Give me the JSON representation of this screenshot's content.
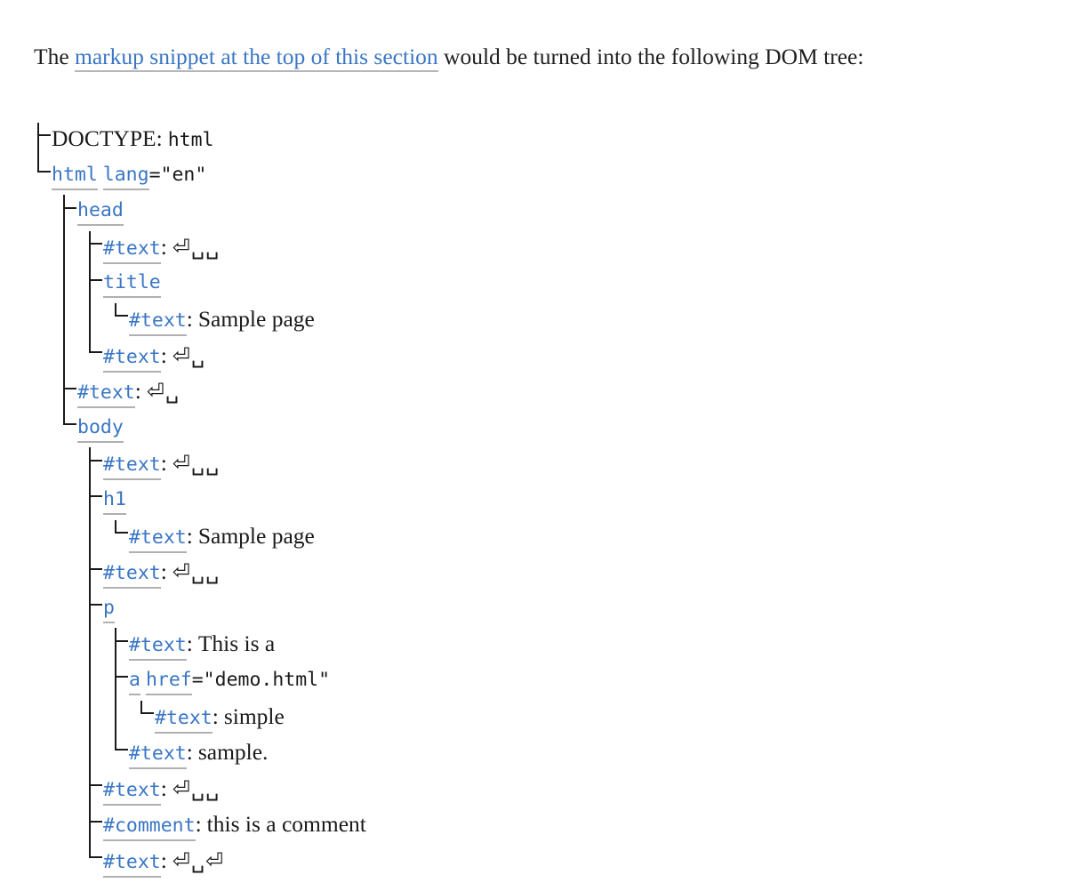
{
  "intro": {
    "before": "The ",
    "link": "markup snippet at the top of this section",
    "after": " would be turned into the following DOM tree:"
  },
  "glyphs": {
    "return": "⏎",
    "space": "␣"
  },
  "colors": {
    "link": "#3a76c4",
    "text": "#1a1a1a",
    "underline": "#b0b0b0",
    "tree_line": "#1a1a1a",
    "background": "#ffffff"
  },
  "tree": {
    "rows": [
      {
        "depth": 0,
        "connector": "tee",
        "tokens": [
          {
            "kind": "doctype",
            "text": "DOCTYPE"
          },
          {
            "kind": "colon",
            "text": ":"
          },
          {
            "kind": "space"
          },
          {
            "kind": "value-mono",
            "text": "html"
          }
        ]
      },
      {
        "depth": 0,
        "connector": "elbow",
        "tokens": [
          {
            "kind": "tag",
            "text": "html"
          },
          {
            "kind": "space"
          },
          {
            "kind": "attr",
            "text": "lang"
          },
          {
            "kind": "value-mono",
            "text": "=\"en\""
          }
        ]
      },
      {
        "depth": 1,
        "connector": "tee",
        "tokens": [
          {
            "kind": "tag",
            "text": "head"
          }
        ]
      },
      {
        "depth": 2,
        "connector": "tee",
        "tokens": [
          {
            "kind": "node",
            "text": "#text"
          },
          {
            "kind": "colon",
            "text": ":"
          },
          {
            "kind": "space"
          },
          {
            "kind": "ws",
            "text": "⏎␣␣"
          }
        ]
      },
      {
        "depth": 2,
        "connector": "tee",
        "tokens": [
          {
            "kind": "tag",
            "text": "title"
          }
        ]
      },
      {
        "depth": 3,
        "connector": "elbow",
        "tokens": [
          {
            "kind": "node",
            "text": "#text"
          },
          {
            "kind": "colon",
            "text": ":"
          },
          {
            "kind": "space"
          },
          {
            "kind": "value-serif",
            "text": "Sample page"
          }
        ]
      },
      {
        "depth": 2,
        "connector": "elbow",
        "tokens": [
          {
            "kind": "node",
            "text": "#text"
          },
          {
            "kind": "colon",
            "text": ":"
          },
          {
            "kind": "space"
          },
          {
            "kind": "ws",
            "text": "⏎␣"
          }
        ]
      },
      {
        "depth": 1,
        "connector": "tee",
        "tokens": [
          {
            "kind": "node",
            "text": "#text"
          },
          {
            "kind": "colon",
            "text": ":"
          },
          {
            "kind": "space"
          },
          {
            "kind": "ws",
            "text": "⏎␣"
          }
        ]
      },
      {
        "depth": 1,
        "connector": "elbow",
        "tokens": [
          {
            "kind": "tag",
            "text": "body"
          }
        ]
      },
      {
        "depth": 2,
        "connector": "tee",
        "tokens": [
          {
            "kind": "node",
            "text": "#text"
          },
          {
            "kind": "colon",
            "text": ":"
          },
          {
            "kind": "space"
          },
          {
            "kind": "ws",
            "text": "⏎␣␣"
          }
        ]
      },
      {
        "depth": 2,
        "connector": "tee",
        "tokens": [
          {
            "kind": "tag",
            "text": "h1"
          }
        ]
      },
      {
        "depth": 3,
        "connector": "elbow",
        "tokens": [
          {
            "kind": "node",
            "text": "#text"
          },
          {
            "kind": "colon",
            "text": ":"
          },
          {
            "kind": "space"
          },
          {
            "kind": "value-serif",
            "text": "Sample page"
          }
        ]
      },
      {
        "depth": 2,
        "connector": "tee",
        "tokens": [
          {
            "kind": "node",
            "text": "#text"
          },
          {
            "kind": "colon",
            "text": ":"
          },
          {
            "kind": "space"
          },
          {
            "kind": "ws",
            "text": "⏎␣␣"
          }
        ]
      },
      {
        "depth": 2,
        "connector": "tee",
        "tokens": [
          {
            "kind": "tag",
            "text": "p"
          }
        ]
      },
      {
        "depth": 3,
        "connector": "tee",
        "tokens": [
          {
            "kind": "node",
            "text": "#text"
          },
          {
            "kind": "colon",
            "text": ":"
          },
          {
            "kind": "space"
          },
          {
            "kind": "value-serif",
            "text": "This is a"
          }
        ]
      },
      {
        "depth": 3,
        "connector": "tee",
        "tokens": [
          {
            "kind": "tag",
            "text": "a"
          },
          {
            "kind": "space"
          },
          {
            "kind": "attr",
            "text": "href"
          },
          {
            "kind": "value-mono",
            "text": "=\"demo.html\""
          }
        ]
      },
      {
        "depth": 4,
        "connector": "elbow",
        "tokens": [
          {
            "kind": "node",
            "text": "#text"
          },
          {
            "kind": "colon",
            "text": ":"
          },
          {
            "kind": "space"
          },
          {
            "kind": "value-serif",
            "text": "simple"
          }
        ]
      },
      {
        "depth": 3,
        "connector": "elbow",
        "tokens": [
          {
            "kind": "node",
            "text": "#text"
          },
          {
            "kind": "colon",
            "text": ":"
          },
          {
            "kind": "space"
          },
          {
            "kind": "value-serif",
            "text": "sample."
          }
        ]
      },
      {
        "depth": 2,
        "connector": "tee",
        "tokens": [
          {
            "kind": "node",
            "text": "#text"
          },
          {
            "kind": "colon",
            "text": ":"
          },
          {
            "kind": "space"
          },
          {
            "kind": "ws",
            "text": "⏎␣␣"
          }
        ]
      },
      {
        "depth": 2,
        "connector": "tee",
        "tokens": [
          {
            "kind": "node",
            "text": "#comment"
          },
          {
            "kind": "colon",
            "text": ":"
          },
          {
            "kind": "space"
          },
          {
            "kind": "value-serif",
            "text": "this is a comment"
          }
        ]
      },
      {
        "depth": 2,
        "connector": "elbow",
        "tokens": [
          {
            "kind": "node",
            "text": "#text"
          },
          {
            "kind": "colon",
            "text": ":"
          },
          {
            "kind": "space"
          },
          {
            "kind": "ws",
            "text": "⏎␣⏎"
          }
        ]
      }
    ]
  }
}
